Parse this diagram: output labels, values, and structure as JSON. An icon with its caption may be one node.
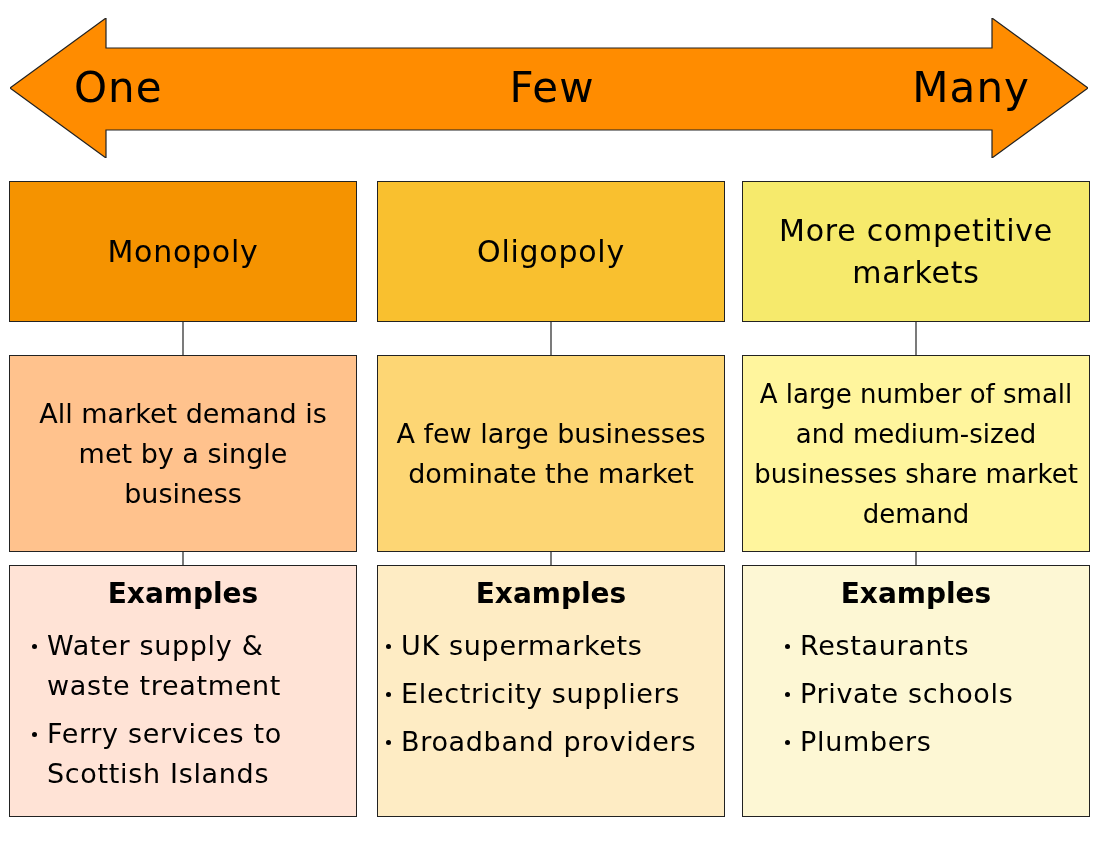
{
  "diagram": {
    "nodes": [
      {
        "text": [
          "One",
          "Few",
          "Many"
        ]
      },
      {
        "text": [
          "Monopoly"
        ]
      },
      {
        "text": [
          "Oligopoly"
        ]
      },
      {
        "text": [
          "More competitive markets"
        ]
      },
      {
        "text": [
          "All market demand is met by a single business"
        ]
      },
      {
        "text": [
          "A few large businesses dominate the market"
        ]
      },
      {
        "text": [
          "A large number of small and medium-sized businesses share market demand"
        ]
      },
      {
        "text": [
          "Examples",
          "Water supply & waste treatment",
          "Ferry services to Scottish Islands"
        ]
      },
      {
        "text": [
          "Examples",
          "UK supermarkets",
          "Electricity suppliers",
          "Broadband providers"
        ]
      },
      {
        "text": [
          "Examples",
          "Restaurants",
          "Private schools",
          "Plumbers"
        ]
      }
    ],
    "edges": [
      {
        "from": 1,
        "to": 4,
        "arrow": "none"
      },
      {
        "from": 2,
        "to": 5,
        "arrow": "none"
      },
      {
        "from": 3,
        "to": 6,
        "arrow": "none"
      },
      {
        "from": 4,
        "to": 7,
        "arrow": "none"
      },
      {
        "from": 5,
        "to": 8,
        "arrow": "none"
      },
      {
        "from": 6,
        "to": 9,
        "arrow": "none"
      }
    ]
  }
}
